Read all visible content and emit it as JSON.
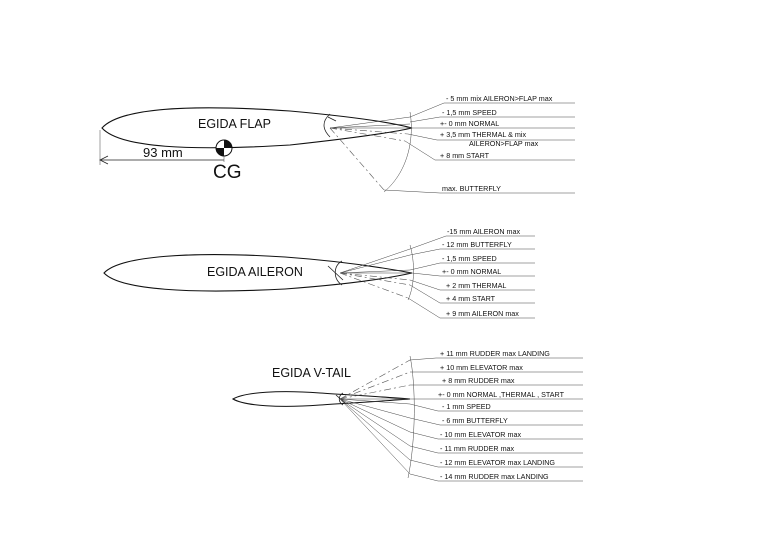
{
  "flap": {
    "title": "EGIDA  FLAP",
    "dimension": "93 mm",
    "cg": "CG",
    "labels": [
      "- 5 mm  mix  AILERON>FLAP max",
      "- 1,5 mm SPEED",
      "+- 0 mm NORMAL",
      "+ 3,5 mm THERMAL & mix",
      "AILERON>FLAP max",
      "+ 8 mm START",
      "max. BUTTERFLY"
    ]
  },
  "aileron": {
    "title": "EGIDA  AILERON",
    "labels": [
      "-15 mm AILERON max",
      "- 12 mm BUTTERFLY",
      "- 1,5 mm SPEED",
      "+- 0 mm NORMAL",
      "+ 2 mm THERMAL",
      "+ 4 mm START",
      "+ 9 mm AILERON max"
    ]
  },
  "vtail": {
    "title": "EGIDA V-TAIL",
    "labels": [
      "+ 11 mm RUDDER max  LANDING",
      "+ 10 mm ELEVATOR max",
      "+ 8 mm RUDDER max",
      "+- 0 mm NORMAL ,THERMAL , START",
      "- 1 mm SPEED",
      "- 6 mm BUTTERFLY",
      "- 10 mm  ELEVATOR max",
      "- 11 mm RUDDER max",
      "- 12 mm  ELEVATOR max  LANDING",
      "- 14 mm RUDDER max  LANDING"
    ]
  }
}
